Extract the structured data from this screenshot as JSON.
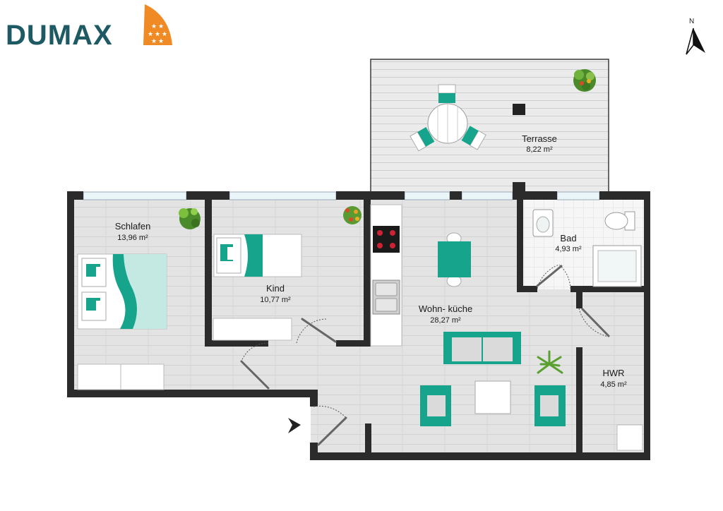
{
  "brand": {
    "name": "DUMAX",
    "text_color": "#1d5a64",
    "accent_color": "#f08a24"
  },
  "north": {
    "label": "N"
  },
  "colors": {
    "wall": "#2b2b2b",
    "floor": "#e1e1e1",
    "terrace": "#e9e9e9",
    "furniture": "#16a58c",
    "tile": "#f4f4f4"
  },
  "rooms": [
    {
      "id": "schlafen",
      "name": "Schlafen",
      "area": "13,96 m²"
    },
    {
      "id": "kind",
      "name": "Kind",
      "area": "10,77 m²"
    },
    {
      "id": "wohnkueche",
      "name": "Wohn- küche",
      "area": "28,27 m²"
    },
    {
      "id": "bad",
      "name": "Bad",
      "area": "4,93 m²"
    },
    {
      "id": "hwr",
      "name": "HWR",
      "area": "4,85 m²"
    },
    {
      "id": "terrasse",
      "name": "Terrasse",
      "area": "8,22 m²"
    }
  ]
}
